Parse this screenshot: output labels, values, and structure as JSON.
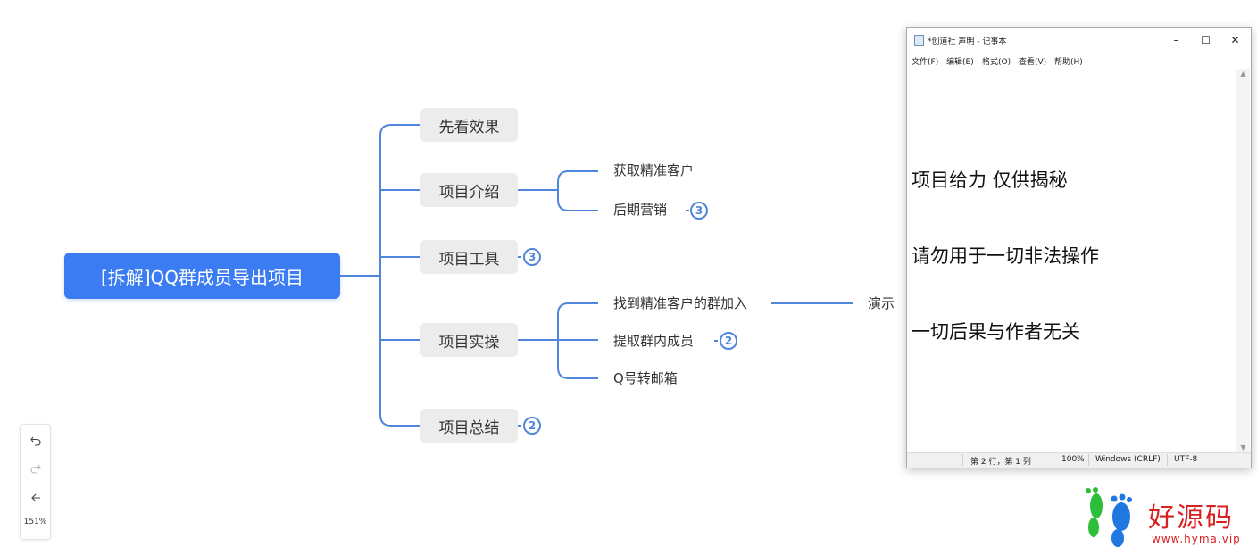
{
  "mindmap": {
    "root": "[拆解]QQ群成员导出项目",
    "branches": [
      {
        "label": "先看效果"
      },
      {
        "label": "项目介绍",
        "children": [
          {
            "label": "获取精准客户"
          },
          {
            "label": "后期营销",
            "badge": "3"
          }
        ]
      },
      {
        "label": "项目工具",
        "badge": "3"
      },
      {
        "label": "项目实操",
        "children": [
          {
            "label": "找到精准客户的群加入",
            "child": "演示"
          },
          {
            "label": "提取群内成员",
            "badge": "2"
          },
          {
            "label": "Q号转邮箱"
          }
        ]
      },
      {
        "label": "项目总结",
        "badge": "2"
      }
    ],
    "line_color": "#4f86db",
    "root_color": "#3c7cf3"
  },
  "toolbar": {
    "undo_icon": "undo-icon",
    "redo_icon": "redo-icon",
    "back_icon": "arrow-left-icon",
    "zoom": "151%"
  },
  "notepad": {
    "title": "*创道社 声明 - 记事本",
    "window_buttons": {
      "minimize": "–",
      "maximize": "☐",
      "close": "✕"
    },
    "menu": [
      "文件(F)",
      "编辑(E)",
      "格式(O)",
      "查看(V)",
      "帮助(H)"
    ],
    "lines": [
      "项目给力 仅供揭秘",
      "请勿用于一切非法操作",
      "一切后果与作者无关"
    ],
    "status": {
      "position": "第 2 行，第 1 列",
      "zoom": "100%",
      "line_ending": "Windows (CRLF)",
      "encoding": "UTF-8"
    }
  },
  "watermark": {
    "text": "好源码",
    "url": "www.hyma.vip"
  }
}
